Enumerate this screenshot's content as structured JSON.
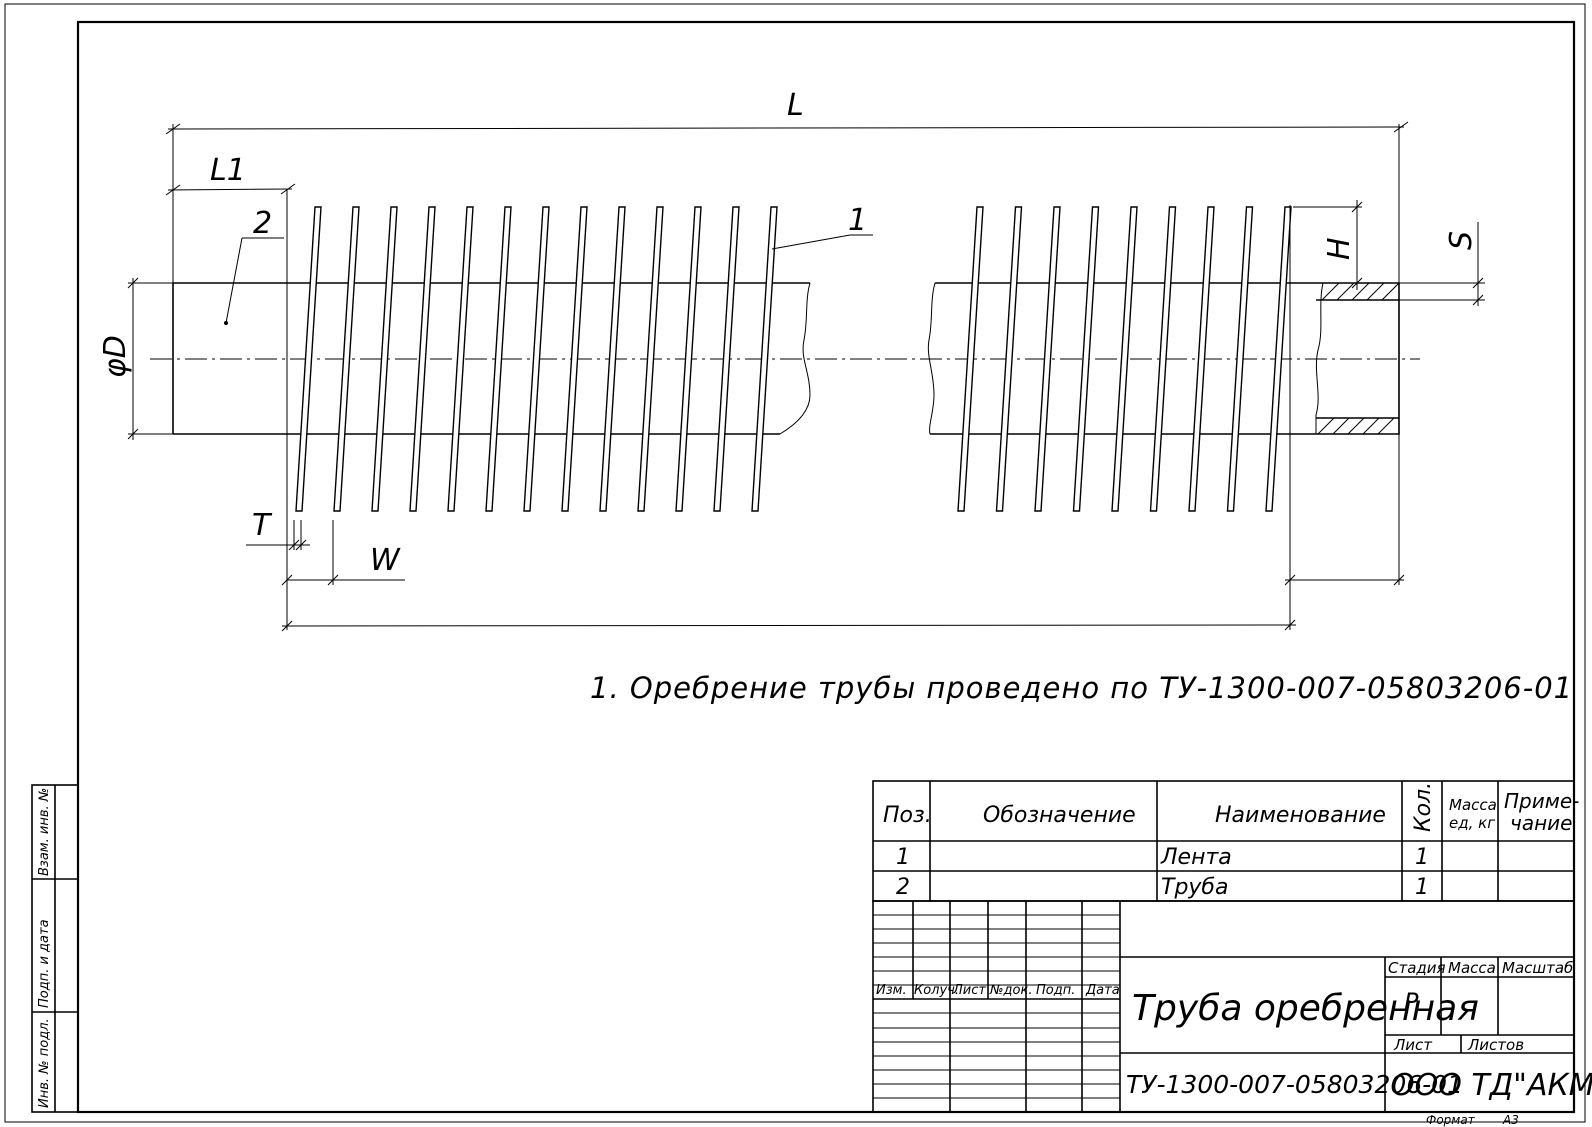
{
  "drawing": {
    "dim_labels": {
      "L": "L",
      "L1": "L1",
      "D": "φD",
      "H": "H",
      "S": "S",
      "T": "T",
      "W": "W"
    },
    "position_labels": {
      "p1": "1",
      "p2": "2"
    }
  },
  "note": "1. Оребрение трубы проведено по ТУ-1300-007-05803206-01",
  "spec_table": {
    "headers": {
      "pos": "Поз.",
      "designation": "Обозначение",
      "name": "Наименование",
      "qty": "Кол.",
      "mass_line1": "Масса",
      "mass_line2": "ед, кг",
      "note_line1": "Приме-",
      "note_line2": "чание"
    },
    "rows": [
      {
        "pos": "1",
        "name": "Лента",
        "qty": "1"
      },
      {
        "pos": "2",
        "name": "Труба",
        "qty": "1"
      }
    ]
  },
  "title_block": {
    "rev_headers": [
      "Изм.",
      "Колуч.",
      "Лист",
      "№док.",
      "Подп.",
      "Дата"
    ],
    "title": "Труба оребренная",
    "stage_label": "Стадия",
    "mass_label": "Масса",
    "scale_label": "Масштаб",
    "stage_value": "Р",
    "sheet_label": "Лист",
    "sheets_label": "Листов",
    "doc_number": "ТУ-1300-007-05803206-01",
    "company": "ООО ТД\"АКМЗ\"",
    "format_label": "Формат",
    "format_value": "А3"
  },
  "side_stamp": {
    "replace_inv": "Взам. инв. №",
    "sign_date": "Подп. и дата",
    "inv_orig": "Инв. № подл."
  }
}
